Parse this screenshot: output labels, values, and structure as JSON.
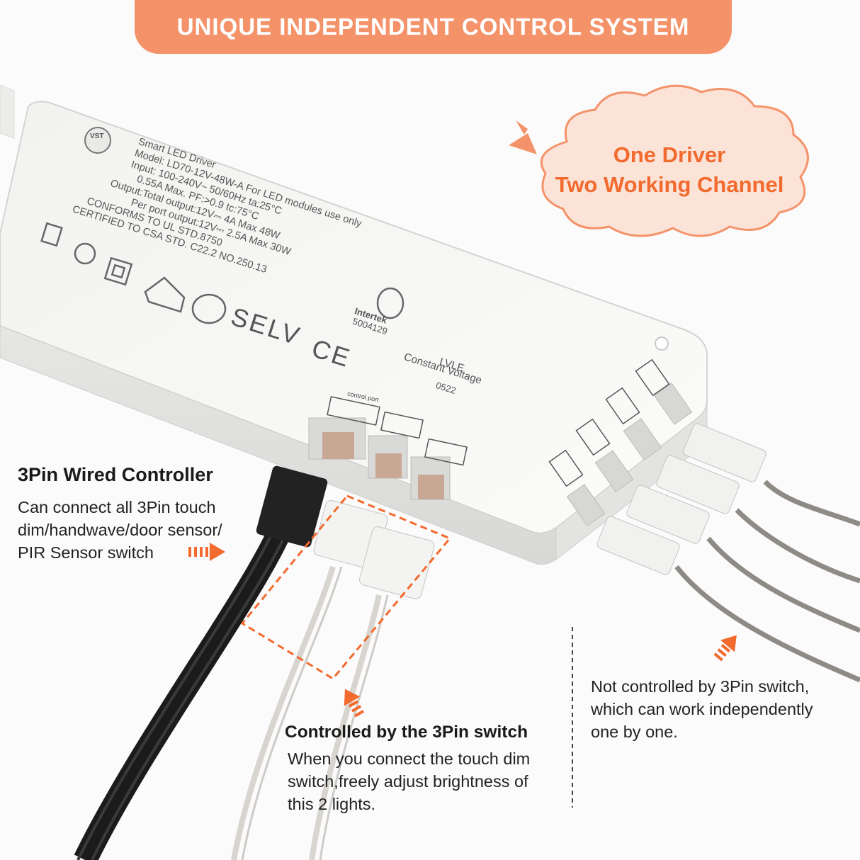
{
  "banner": {
    "title": "UNIQUE INDEPENDENT CONTROL SYSTEM"
  },
  "callout": {
    "line1": "One Driver",
    "line2": "Two Working Channel"
  },
  "device_label": {
    "brand": "VST",
    "lines": [
      "Smart LED Driver",
      "Model: LD70-12V-48W-A  For LED modules use only",
      "Input: 100-240V~  50/60Hz         ta:25°C",
      "0.55A Max.  PF:>0.9               tc:75°C",
      "Output:Total output:12V⎓ 4A  Max 48W",
      "Per port output:12V⎓ 2.5A  Max 30W",
      "CONFORMS TO UL STD.8750",
      "CERTIFIED TO CSA STD. C22.2 NO.250.13"
    ],
    "mark_text": "SELV",
    "ce_text": "CE",
    "cert_text": "Intertek",
    "cert_number": "5004129",
    "lvle": "LVLE",
    "constant_voltage": "Constant Voltage",
    "date_code": "0522",
    "control_port": "control port"
  },
  "left_note": {
    "title": "3Pin Wired Controller",
    "lines": [
      "Can connect all 3Pin touch",
      "dim/handwave/door sensor/",
      "PIR Sensor switch"
    ]
  },
  "middle_note": {
    "title": "Controlled by the 3Pin switch",
    "lines": [
      "When you connect the touch dim",
      "switch,freely adjust brightness of",
      "this 2 lights."
    ]
  },
  "right_note": {
    "lines": [
      "Not controlled by 3Pin switch,",
      "which can work independently",
      "one by one."
    ]
  },
  "colors": {
    "accent": "#f4936a",
    "accent_text": "#f26a2e",
    "cable_black": "#1b1b1b",
    "device_white": "#f7f7f5"
  }
}
